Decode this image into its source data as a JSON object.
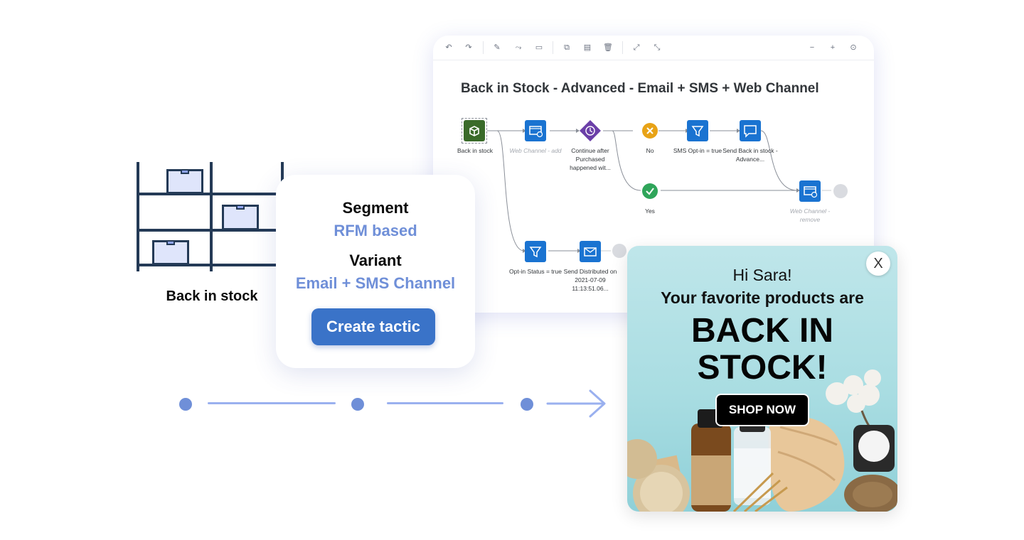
{
  "editor": {
    "toolbar": {
      "undo": "↶",
      "redo": "↷",
      "edit": "✎",
      "connect": "⤳",
      "comment": "▭",
      "copy": "⧉",
      "paste": "▤",
      "delete": "🗑",
      "expand": "⤢",
      "collapse": "⤡",
      "zoom_out": "−",
      "zoom_in": "+",
      "zoom_fit": "⊙"
    },
    "title": "Back in Stock - Advanced - Email + SMS + Web Channel",
    "nodes": {
      "back_in_stock": "Back in stock",
      "web_add": "Web Channel - add",
      "continue_after": "Continue after Purchased happened wit...",
      "no": "No",
      "sms_optin": "SMS Opt-in = true",
      "send_back": "Send Back in stock - Advance...",
      "yes": "Yes",
      "web_remove": "Web Channel - remove",
      "optin_status": "Opt-in Status = true",
      "send_distributed": "Send Distributed on 2021-07-09 11:13:51.06..."
    }
  },
  "shelf": {
    "caption": "Back in stock"
  },
  "card": {
    "segment_label": "Segment",
    "segment_value": "RFM based",
    "variant_label": "Variant",
    "variant_value": "Email + SMS Channel",
    "button": "Create tactic"
  },
  "popup": {
    "close": "X",
    "greeting": "Hi Sara!",
    "subtitle": "Your favorite products are",
    "headline_line1": "BACK IN",
    "headline_line2": "STOCK!",
    "cta": "SHOP NOW"
  },
  "colors": {
    "accent": "#6f8fd8",
    "button": "#3a73c8",
    "node_blue": "#1a73d1",
    "node_green": "#3a6b2a",
    "node_purple": "#6b3fa8",
    "shelf_dark": "#243a56"
  }
}
